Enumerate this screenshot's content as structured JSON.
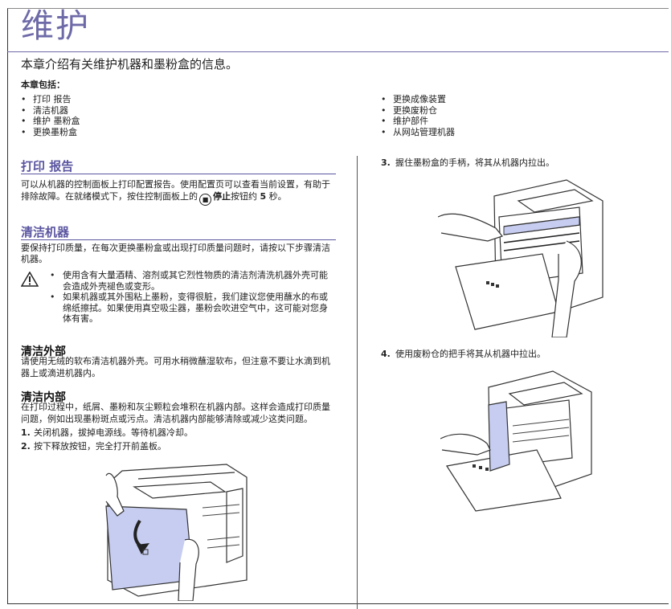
{
  "header": {
    "chapter_title": "维护",
    "intro": "本章介绍有关维护机器和墨粉盒的信息。"
  },
  "contents": {
    "heading": "本章包括：",
    "left_items": [
      "打印 报告",
      "清洁机器",
      "维护 墨粉盒",
      "更换墨粉盒"
    ],
    "right_items": [
      "更换成像装置",
      "更换废粉仓",
      "维护部件",
      "从网站管理机器"
    ]
  },
  "print_report": {
    "title": "打印 报告",
    "text_before": "可以从机器的控制面板上打印配置报告。使用配置页可以查看当前设置，有助于排除故障。在就绪模式下，按住控制面板上的",
    "stop_label": "停止",
    "text_after": "按钮约",
    "seconds": "5",
    "text_end": "秒。"
  },
  "cleaning": {
    "title": "清洁机器",
    "intro": "要保持打印质量，在每次更换墨粉盒或出现打印质量问题时，请按以下步骤清洁机器。",
    "warnings": [
      "使用含有大量酒精、溶剂或其它烈性物质的清洁剂清洗机器外壳可能会造成外壳褪色或变形。",
      "如果机器或其外围粘上墨粉，变得很脏，我们建议您使用蘸水的布或绵纸擦拭。如果使用真空吸尘器，墨粉会吹进空气中，这可能对您身体有害。"
    ]
  },
  "exterior": {
    "title": "清洁外部",
    "text": "请使用无绒的软布清洁机器外壳。可用水稍微蘸湿软布，但注意不要让水滴到机器上或滴进机器内。"
  },
  "interior": {
    "title": "清洁内部",
    "text": "在打印过程中，纸屑、墨粉和灰尘颗粒会堆积在机器内部。这样会造成打印质量问题，例如出现墨粉斑点或污点。清洁机器内部能够清除或减少这类问题。",
    "steps": [
      {
        "num": "1.",
        "text": "关闭机器，拔掉电源线。等待机器冷却。"
      },
      {
        "num": "2.",
        "text": "按下释放按钮，完全打开前盖板。"
      }
    ]
  },
  "right_steps": [
    {
      "num": "3.",
      "text": "握住墨粉盒的手柄，将其从机器内拉出。"
    },
    {
      "num": "4.",
      "text": "使用废粉仓的把手将其从机器中拉出。"
    }
  ],
  "colors": {
    "accent": "#5a55a0",
    "highlight": "#c7cdf0"
  }
}
